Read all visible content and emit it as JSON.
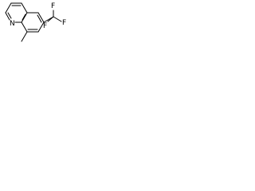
{
  "molecule": {
    "atoms": {
      "nitrogen": "N",
      "fluorine_1": "F",
      "fluorine_2": "F",
      "fluorine_3": "F"
    },
    "colors": {
      "bond": "#000000",
      "label": "#000000",
      "background": "#ffffff"
    }
  }
}
